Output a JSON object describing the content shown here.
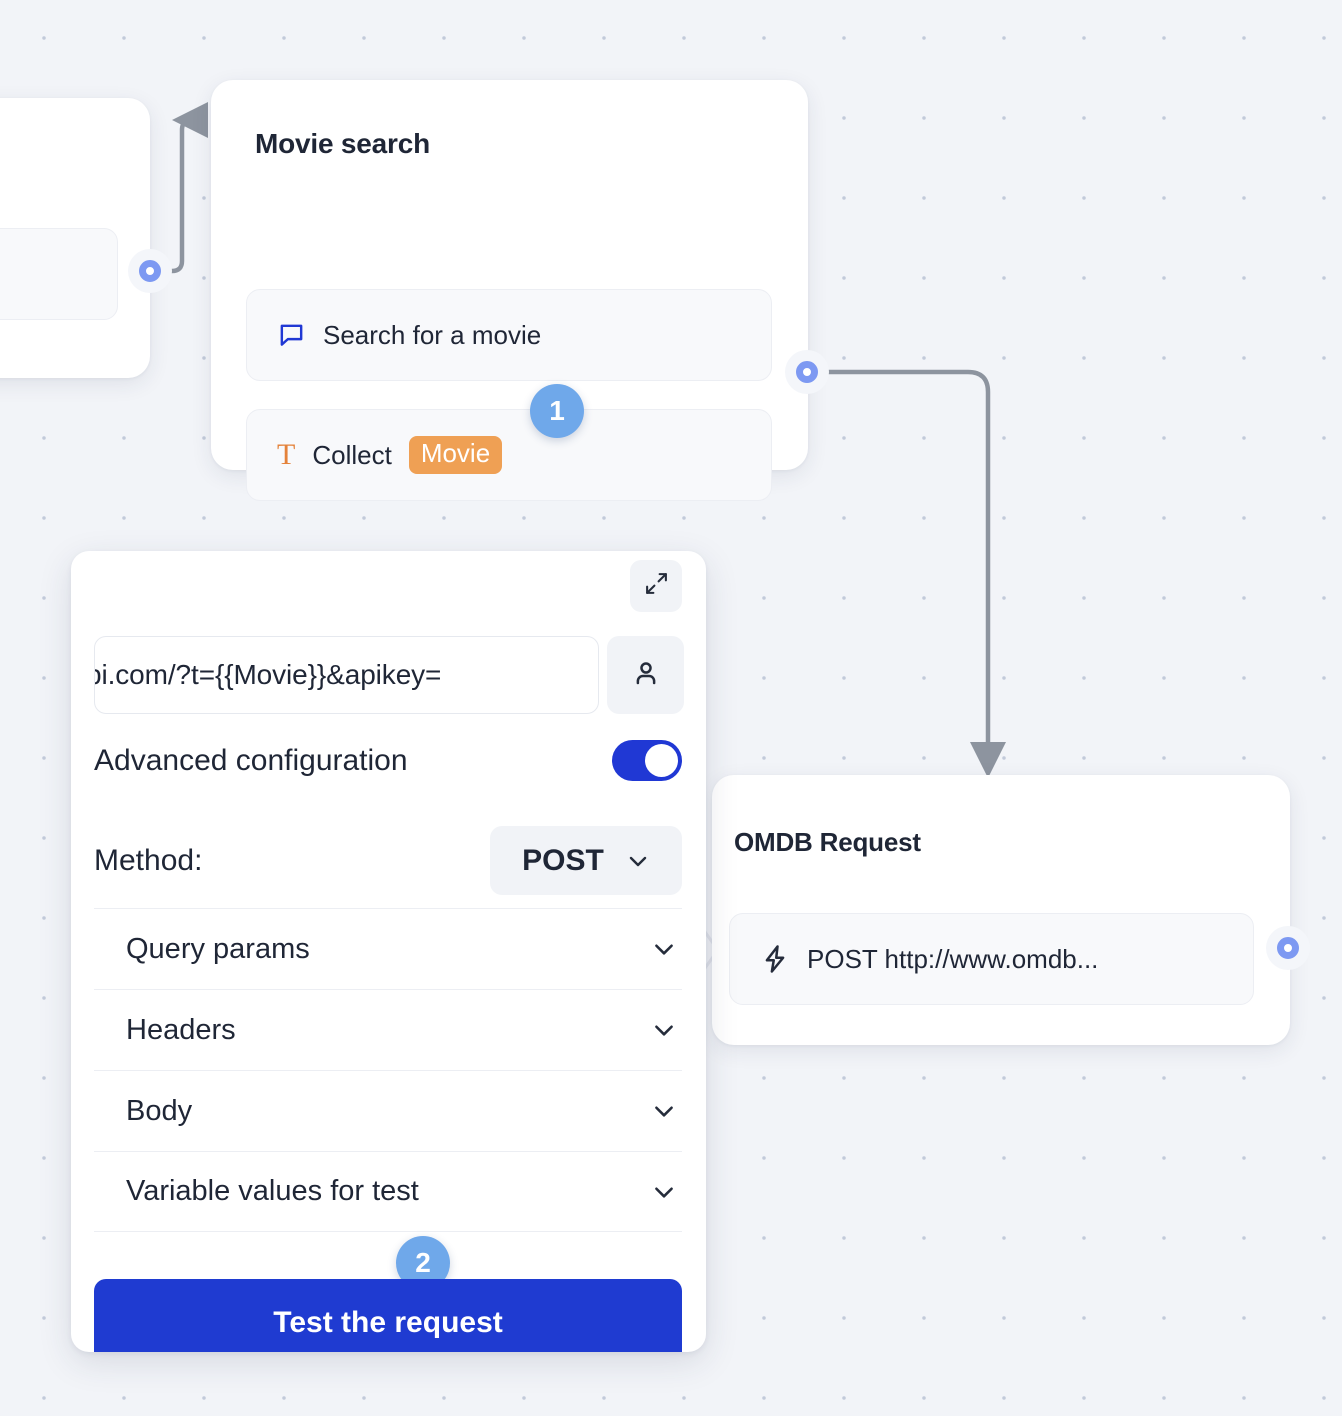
{
  "canvas": {
    "background_color": "#f2f4f8",
    "dot_color": "#c2cada",
    "grid_spacing": "80"
  },
  "nodes": {
    "previous": {
      "name": "previous-node-partial"
    },
    "movie_search": {
      "title": "Movie search",
      "rows": [
        {
          "icon": "chat-bubble-icon",
          "label": "Search for a movie"
        },
        {
          "icon": "text-T-icon",
          "label": "Collect",
          "variable": "Movie"
        }
      ]
    },
    "omdb_request": {
      "title": "OMDB Request",
      "rows": [
        {
          "icon": "lightning-bolt-icon",
          "label": "POST http://www.omdb..."
        }
      ]
    }
  },
  "step_badges": [
    {
      "number": "1"
    },
    {
      "number": "2"
    }
  ],
  "config_panel": {
    "expand_icon": "expand-diagonal-icon",
    "url": {
      "value": "pi.com/?t={{Movie}}&apikey=",
      "auth_icon": "user-person-icon"
    },
    "advanced": {
      "label": "Advanced configuration",
      "toggle_on": true,
      "toggle_color": "#2038d4"
    },
    "method": {
      "label": "Method:",
      "value": "POST",
      "chevron": "chevron-down-icon"
    },
    "accordion": [
      {
        "label": "Query params",
        "chevron": "chevron-down-icon"
      },
      {
        "label": "Headers",
        "chevron": "chevron-down-icon"
      },
      {
        "label": "Body",
        "chevron": "chevron-down-icon"
      },
      {
        "label": "Variable values for test",
        "chevron": "chevron-down-icon"
      }
    ],
    "test_button": {
      "label": "Test the request",
      "color": "#1f3bd1"
    }
  },
  "colors": {
    "accent_blue": "#1f3bd1",
    "handle_blue": "#7d99f2",
    "badge_blue": "#6fa8ea",
    "chip_orange": "#efa054",
    "icon_orange": "#e4823a",
    "edge_gray": "#9aa1ab"
  }
}
